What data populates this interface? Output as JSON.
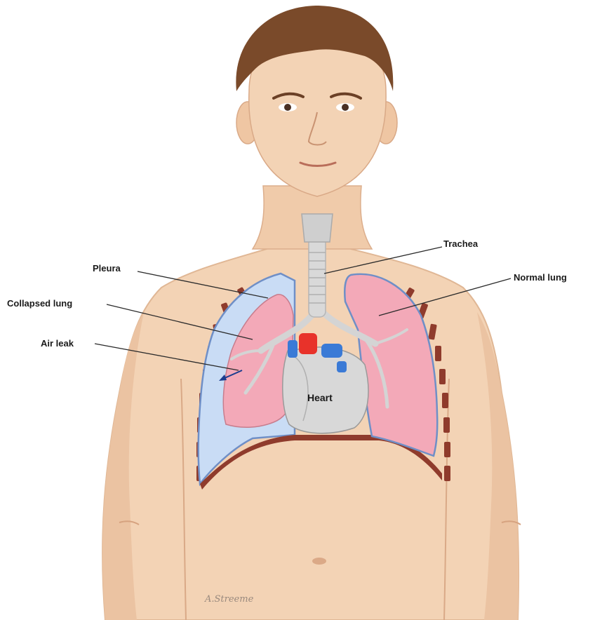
{
  "labels": {
    "trachea": "Trachea",
    "pleura": "Pleura",
    "normal_lung": "Normal lung",
    "collapsed_lung": "Collapsed lung",
    "air_leak": "Air leak",
    "heart": "Heart"
  },
  "artist_signature": "A.Streeme",
  "colors": {
    "skin": "#f3d3b5",
    "skin_shadow": "#e2b592",
    "hair": "#7a4a2a",
    "lung": "#f3a9b8",
    "pleural_air": "#c9dcf5",
    "heart": "#d8d8d8",
    "aorta": "#e8322a",
    "vessels": "#3a7ad6",
    "rib": "#8f3b2c"
  }
}
